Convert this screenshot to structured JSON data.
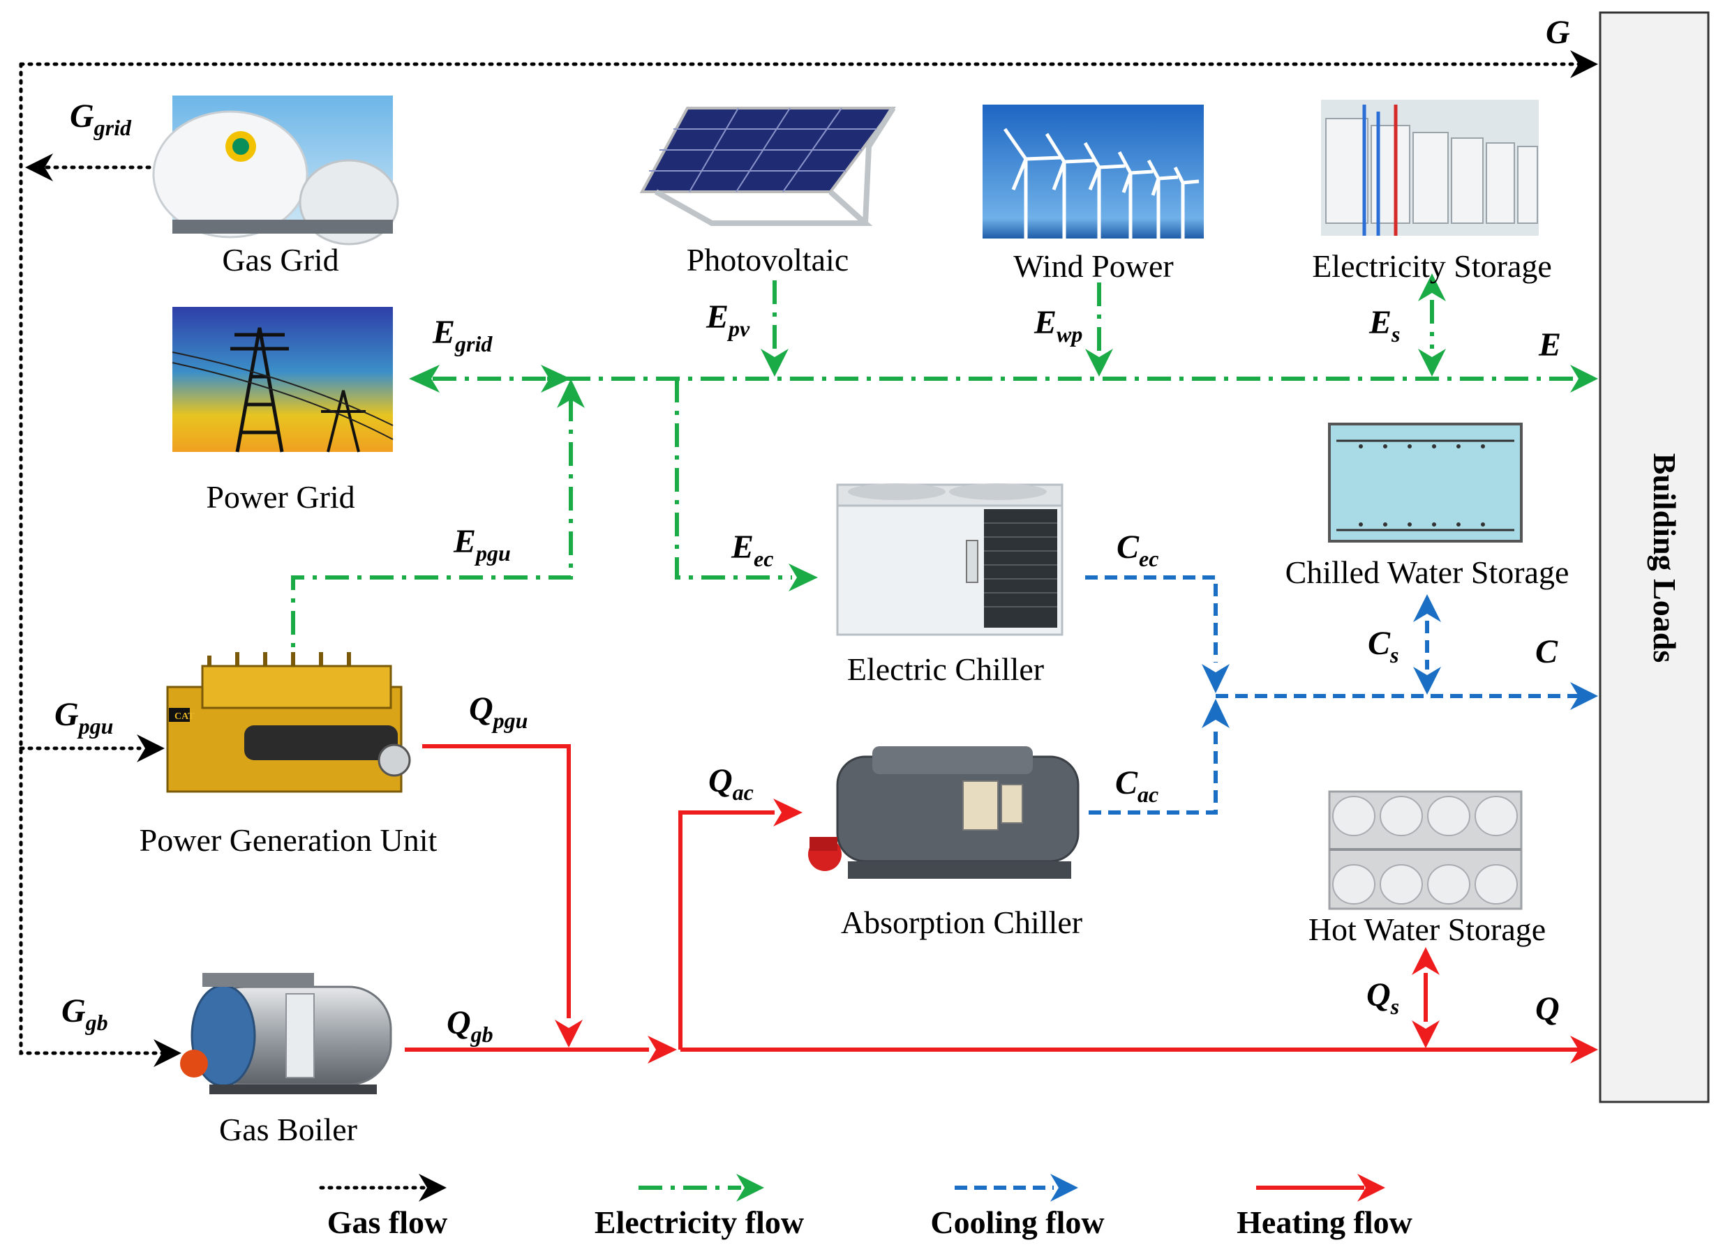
{
  "components": {
    "gas_grid": "Gas Grid",
    "power_grid": "Power Grid",
    "photovoltaic": "Photovoltaic",
    "wind_power": "Wind Power",
    "electricity_storage": "Electricity Storage",
    "chilled_water_storage": "Chilled Water Storage",
    "electric_chiller": "Electric Chiller",
    "power_generation_unit": "Power Generation Unit",
    "absorption_chiller": "Absorption Chiller",
    "hot_water_storage": "Hot Water Storage",
    "gas_boiler": "Gas Boiler",
    "building_loads": "Building Loads"
  },
  "flows": {
    "G": {
      "main": "G",
      "sub": ""
    },
    "G_grid": {
      "main": "G",
      "sub": "grid"
    },
    "G_pgu": {
      "main": "G",
      "sub": "pgu"
    },
    "G_gb": {
      "main": "G",
      "sub": "gb"
    },
    "E_grid": {
      "main": "E",
      "sub": "grid"
    },
    "E_pv": {
      "main": "E",
      "sub": "pv"
    },
    "E_wp": {
      "main": "E",
      "sub": "wp"
    },
    "E_s": {
      "main": "E",
      "sub": "s"
    },
    "E": {
      "main": "E",
      "sub": ""
    },
    "E_pgu": {
      "main": "E",
      "sub": "pgu"
    },
    "E_ec": {
      "main": "E",
      "sub": "ec"
    },
    "C_ec": {
      "main": "C",
      "sub": "ec"
    },
    "C_s": {
      "main": "C",
      "sub": "s"
    },
    "C": {
      "main": "C",
      "sub": ""
    },
    "C_ac": {
      "main": "C",
      "sub": "ac"
    },
    "Q_pgu": {
      "main": "Q",
      "sub": "pgu"
    },
    "Q_ac": {
      "main": "Q",
      "sub": "ac"
    },
    "Q_gb": {
      "main": "Q",
      "sub": "gb"
    },
    "Q_s": {
      "main": "Q",
      "sub": "s"
    },
    "Q": {
      "main": "Q",
      "sub": ""
    }
  },
  "legend": {
    "gas": "Gas flow",
    "electricity": "Electricity flow",
    "cooling": "Cooling flow",
    "heating": "Heating flow"
  },
  "colors": {
    "gas": "#000000",
    "electricity": "#1aaa46",
    "cooling": "#1a6fc4",
    "heating": "#ee1c1c"
  },
  "icons": {
    "gas_grid": "gas-tank-icon",
    "power_grid": "transmission-tower-icon",
    "photovoltaic": "solar-panel-icon",
    "wind_power": "wind-turbine-icon",
    "electricity_storage": "battery-bank-icon",
    "chilled_water_storage": "chilled-water-tank-icon",
    "electric_chiller": "electric-chiller-icon",
    "power_generation_unit": "generator-icon",
    "absorption_chiller": "absorption-chiller-icon",
    "hot_water_storage": "hot-water-tank-icon",
    "gas_boiler": "gas-boiler-icon"
  }
}
